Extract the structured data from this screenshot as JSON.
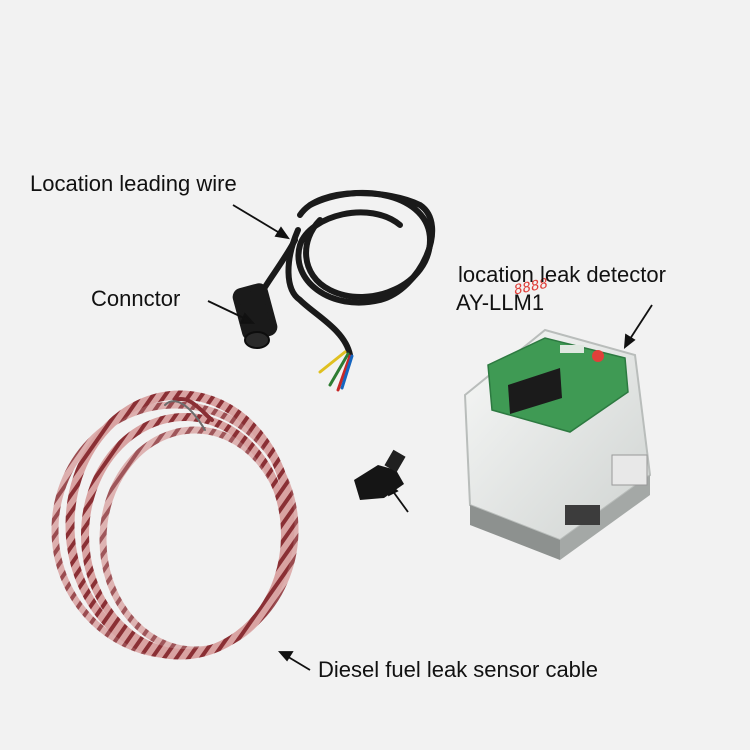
{
  "labels": {
    "location_leading_wire": "Location leading wire",
    "connector": "Connctor",
    "detector_line1": "location leak detector",
    "detector_line2": "AY-LLM1",
    "sensor_cable": "Diesel fuel leak sensor cable"
  },
  "colors": {
    "background": "#f2f2f2",
    "cable_black": "#1a1a1a",
    "sensor_red": "#c07a78",
    "detector_white": "#e9ebea",
    "panel_green": "#3f9a54",
    "display_red": "#e0403a"
  },
  "icons": [
    "leading-wire",
    "connector",
    "leak-detector",
    "sensor-cable",
    "small-plug"
  ]
}
